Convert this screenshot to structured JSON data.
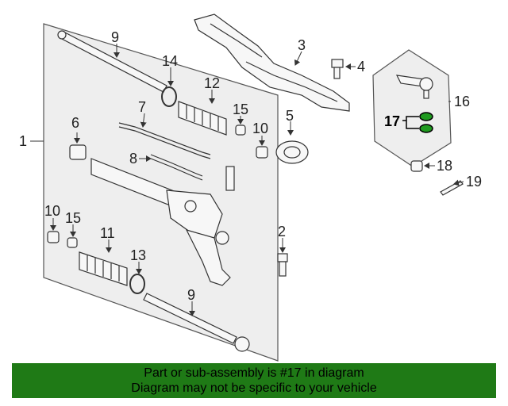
{
  "callouts": {
    "c1": "1",
    "c2": "2",
    "c3": "3",
    "c4": "4",
    "c5": "5",
    "c6": "6",
    "c7": "7",
    "c8": "8",
    "c9a": "9",
    "c9b": "9",
    "c10a": "10",
    "c10b": "10",
    "c11": "11",
    "c12": "12",
    "c13": "13",
    "c14": "14",
    "c15a": "15",
    "c15b": "15",
    "c16": "16",
    "c17": "17",
    "c18": "18",
    "c19": "19"
  },
  "banner": {
    "line1": "Part or sub-assembly is #17 in diagram",
    "line2": "Diagram may not be specific to your vehicle",
    "color": "#1f7a16"
  },
  "highlight": {
    "part": "17",
    "color": "#1f9a1f"
  }
}
